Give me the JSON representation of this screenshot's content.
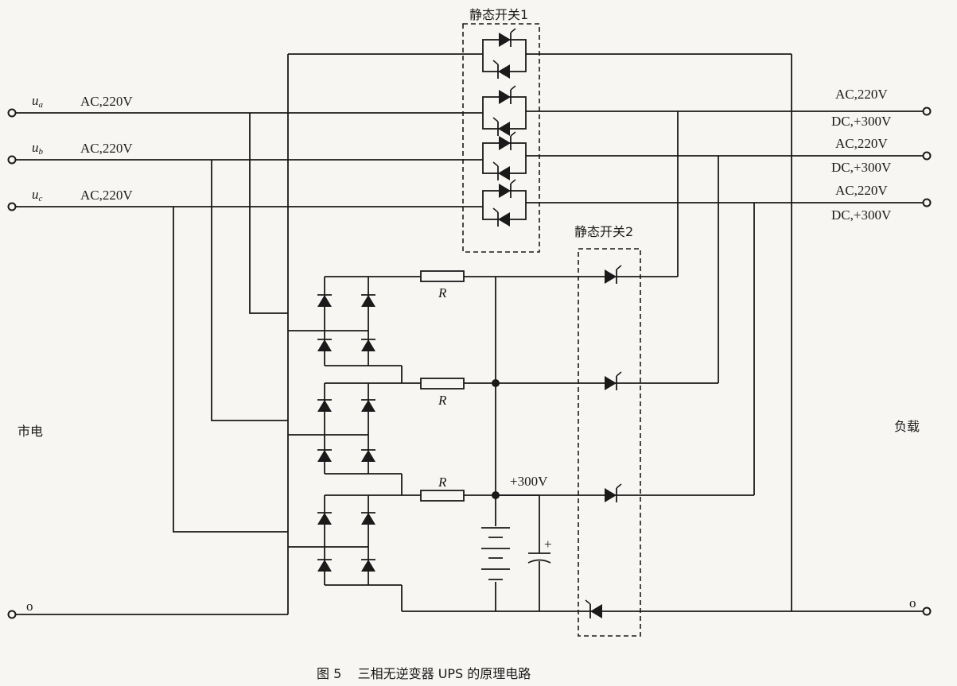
{
  "inputs": {
    "phase_a": {
      "symbol": "u",
      "sub": "a",
      "label": "AC,220V"
    },
    "phase_b": {
      "symbol": "u",
      "sub": "b",
      "label": "AC,220V"
    },
    "phase_c": {
      "symbol": "u",
      "sub": "c",
      "label": "AC,220V"
    },
    "neutral_label": "o"
  },
  "outputs": {
    "phase_a": {
      "ac": "AC,220V",
      "dc": "DC,+300V"
    },
    "phase_b": {
      "ac": "AC,220V",
      "dc": "DC,+300V"
    },
    "phase_c": {
      "ac": "AC,220V",
      "dc": "DC,+300V"
    },
    "neutral_label": "o"
  },
  "labels": {
    "static_switch_1": "静态开关1",
    "static_switch_2": "静态开关2",
    "mains": "市电",
    "load": "负载",
    "resistor": "R",
    "dc_bus": "+300V",
    "cap_polarity": "+",
    "caption": "图 5    三相无逆变器 UPS 的原理电路"
  }
}
